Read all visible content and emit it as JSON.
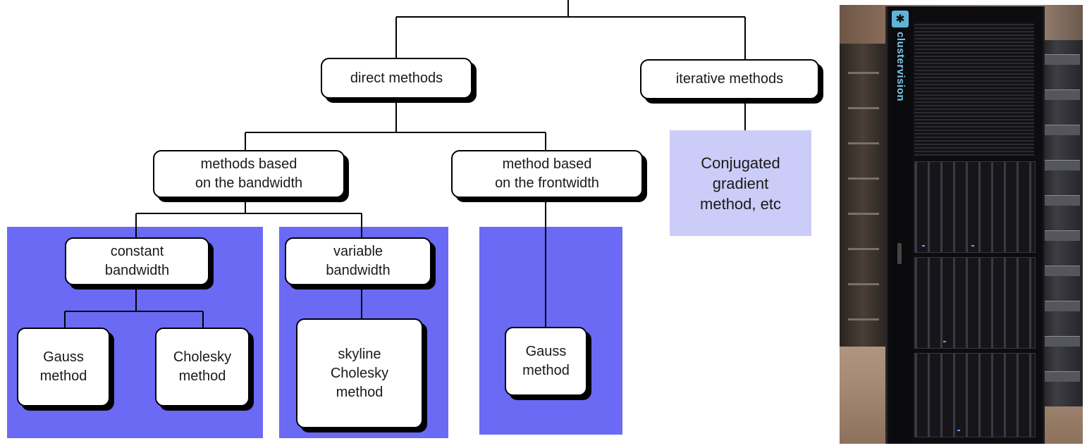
{
  "diagram": {
    "nodes": {
      "direct": "direct methods",
      "iterative": "iterative methods",
      "bandwidth": "methods based\non the bandwidth",
      "frontwidth": "method based\non the frontwidth",
      "constant": "constant\nbandwidth",
      "variable": "variable\nbandwidth",
      "gauss_constant": "Gauss\nmethod",
      "cholesky_constant": "Cholesky\nmethod",
      "skyline": "skyline\nCholesky\nmethod",
      "gauss_front": "Gauss\nmethod"
    },
    "iterative_panel_text": "Conjugated\ngradient\nmethod, etc"
  },
  "colors": {
    "panel_blue": "#6a6af5",
    "panel_light": "#ccccf8",
    "line": "#000000"
  },
  "photo": {
    "logo_text": "clustervision",
    "logo_icon": "cluster-logo-icon"
  }
}
